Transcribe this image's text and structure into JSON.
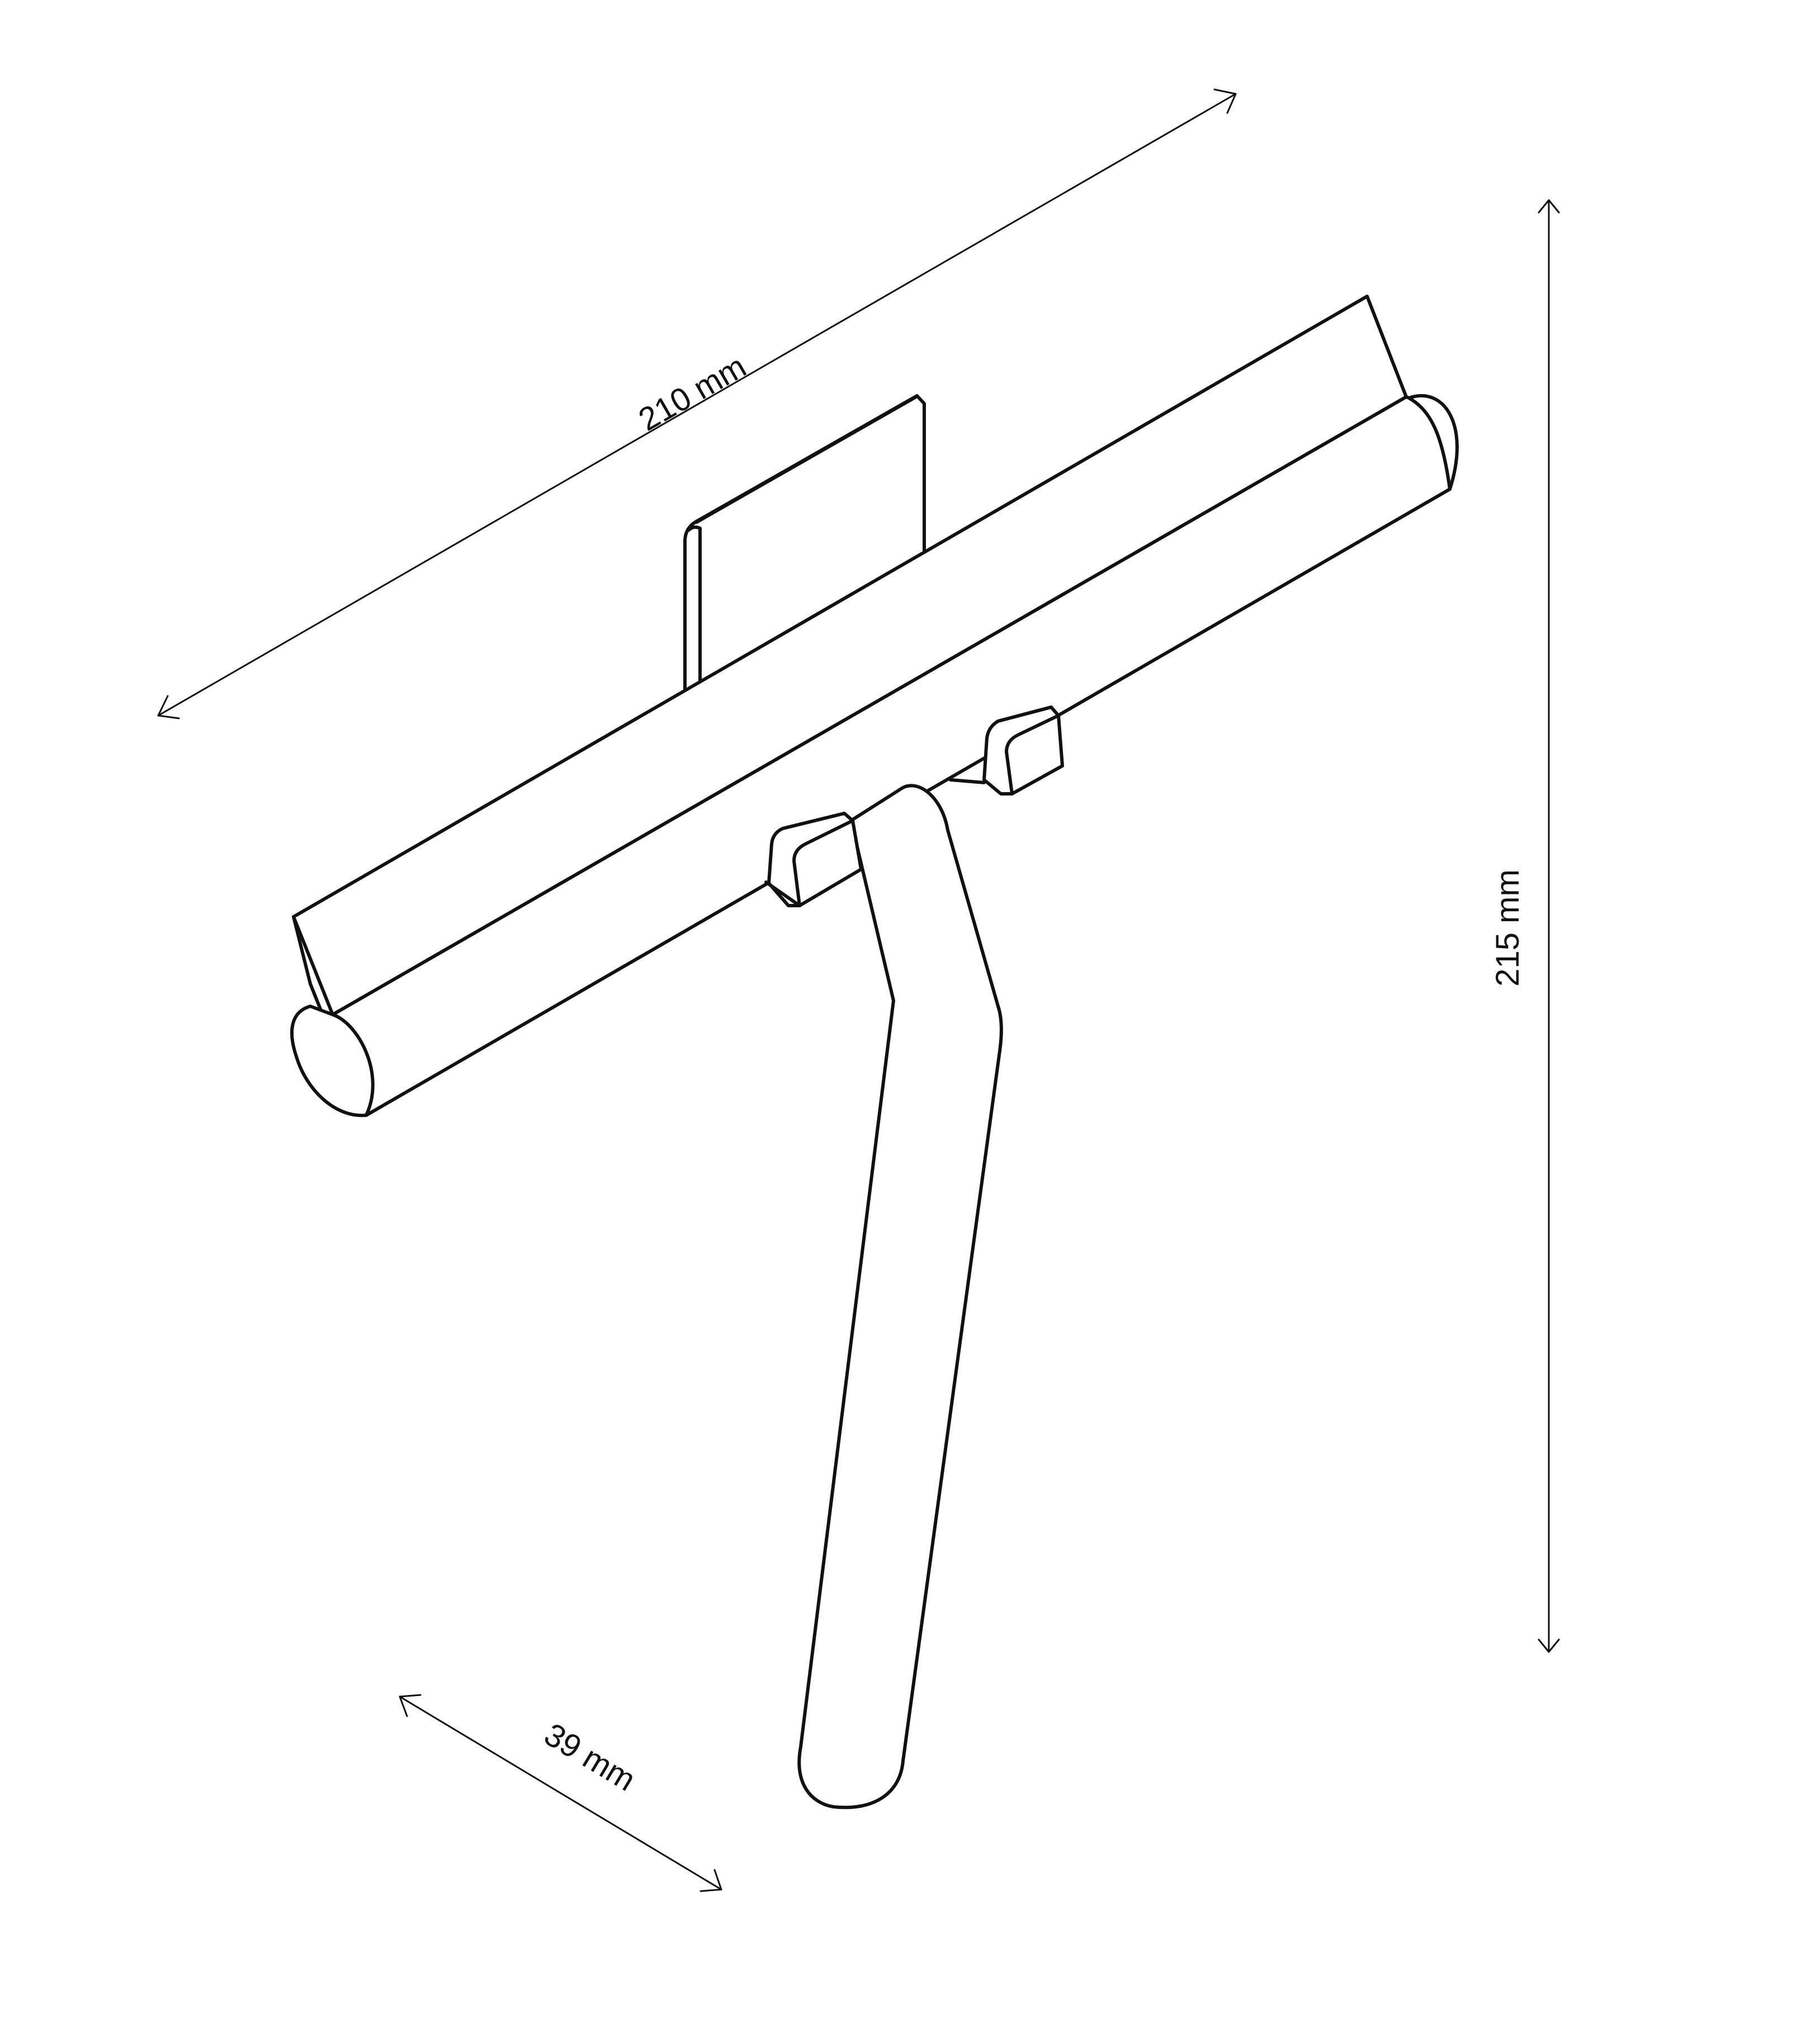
{
  "dimensions": {
    "length": "210 mm",
    "height": "215 mm",
    "depth": "39 mm"
  },
  "colors": {
    "line": "#111111",
    "background": "#ffffff"
  }
}
